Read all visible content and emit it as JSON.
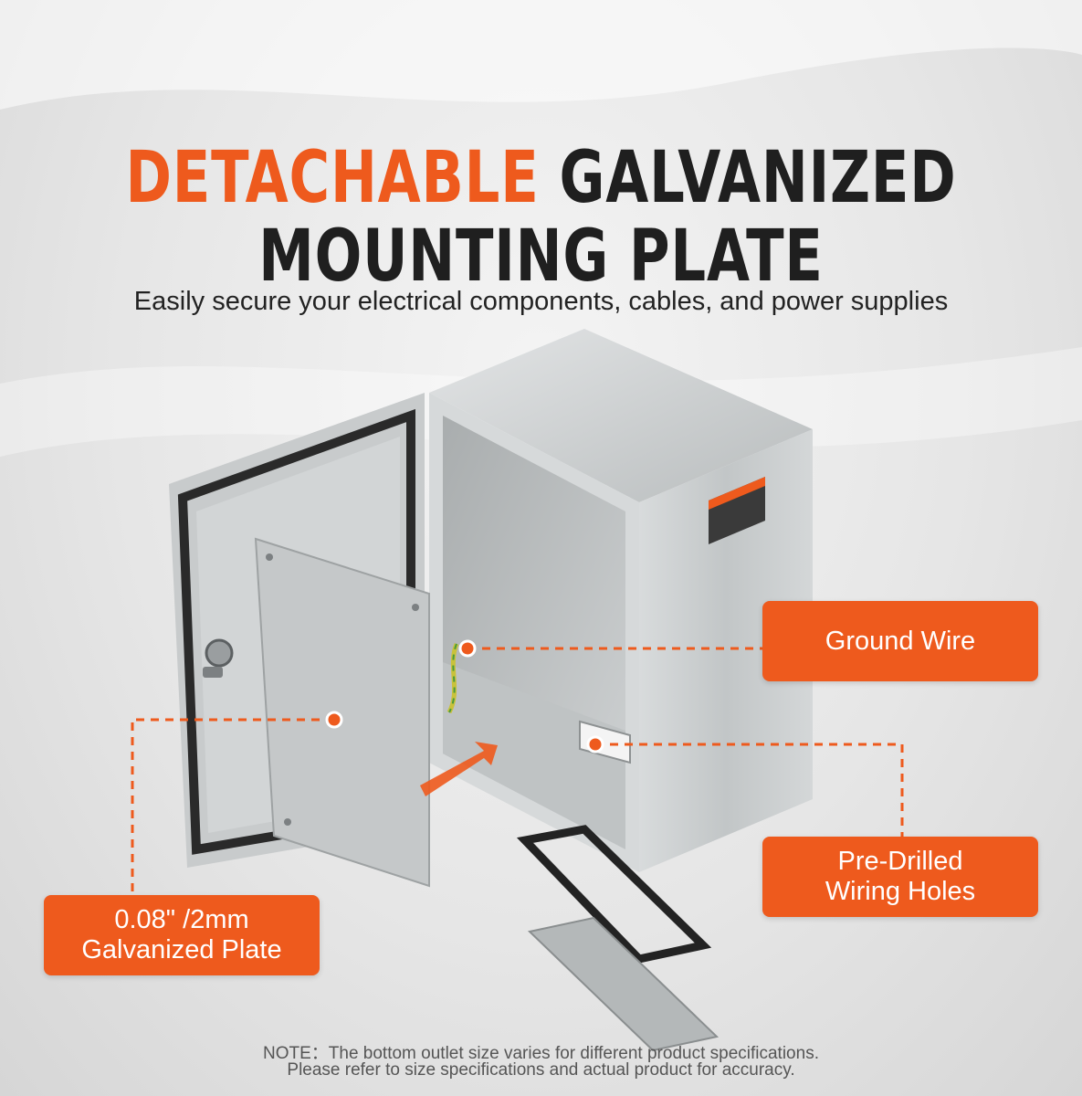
{
  "headline": {
    "accent_word": "DETACHABLE",
    "line1_rest": "GALVANIZED",
    "line2": "MOUNTING PLATE"
  },
  "subtitle": "Easily secure your electrical components, cables, and power supplies",
  "callouts": {
    "ground_wire": [
      "Ground Wire"
    ],
    "pre_drilled": [
      "Pre-Drilled",
      "Wiring Holes"
    ],
    "plate": [
      "0.08\" /2mm",
      "Galvanized Plate"
    ]
  },
  "note": {
    "line1": "NOTE：The bottom outlet size varies for different product specifications.",
    "line2": "Please refer to size specifications and actual product for accuracy."
  },
  "colors": {
    "accent": "#ee5a1d",
    "text": "#1f1f1f",
    "steel": "#c9cccd"
  }
}
